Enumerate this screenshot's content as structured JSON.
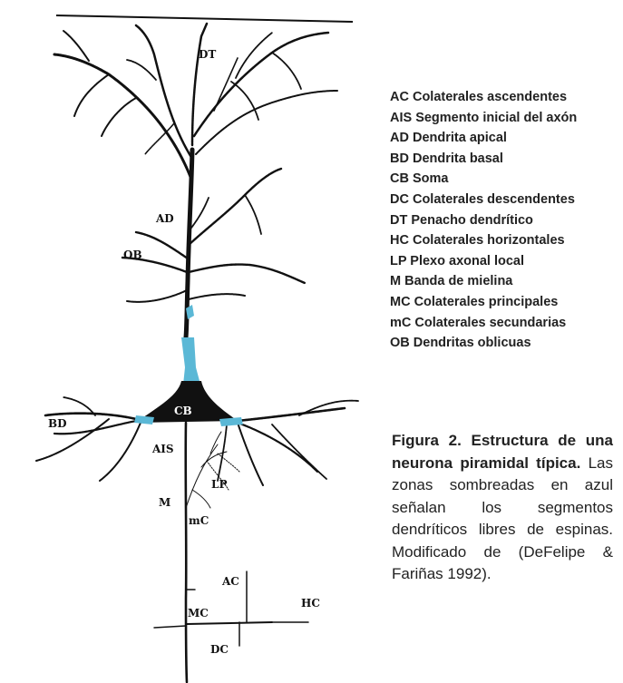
{
  "legend": [
    "AC Colaterales ascendentes",
    "AIS Segmento inicial del axón",
    "AD Dendrita apical",
    "BD Dendrita basal",
    "CB Soma",
    "DC Colaterales descendentes",
    "DT Penacho dendrítico",
    "HC Colaterales horizontales",
    "LP Plexo axonal local",
    "M Banda de mielina",
    "MC Colaterales principales",
    "mC Colaterales secundarias",
    "OB Dendritas oblicuas"
  ],
  "figure_labels": {
    "dt": "DT",
    "ad": "AD",
    "ob": "OB",
    "cb": "CB",
    "bd": "BD",
    "ais": "AIS",
    "lp": "LP",
    "m": "M",
    "mc_small": "mC",
    "ac": "AC",
    "hc": "HC",
    "mc": "MC",
    "dc": "DC"
  },
  "caption": {
    "title": "Figura 2. Estructura de una neurona piramidal típica.",
    "body": " Las zonas sombreadas en azul señalan los segmentos dendríticos libres de espinas. Modificado de (DeFelipe & Fariñas 1992)."
  },
  "colors": {
    "spine_free": "#5bb8d6",
    "ink": "#111111"
  }
}
